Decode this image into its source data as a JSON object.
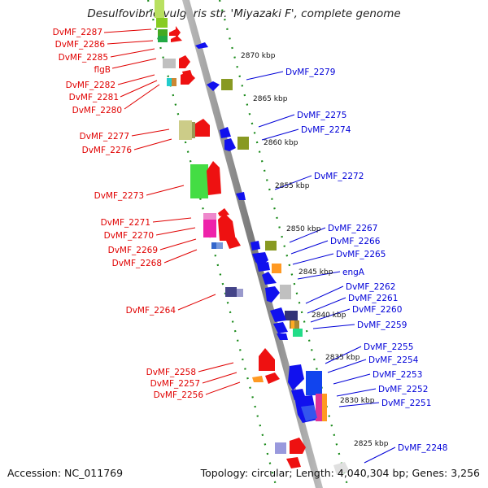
{
  "title": "Desulfovibrio vulgaris str. 'Miyazaki F', complete genome",
  "footer": {
    "accession": "Accession: NC_011769",
    "topology": "Topology: circular; Length: 4,040,304 bp; Genes: 3,256"
  },
  "scale_labels": [
    "2870 kbp",
    "2865 kbp",
    "2860 kbp",
    "2855 kbp",
    "2850 kbp",
    "2845 kbp",
    "2840 kbp",
    "2835 kbp",
    "2830 kbp",
    "2825 kbp"
  ],
  "left_labels": [
    "DvMF_2287",
    "DvMF_2286",
    "DvMF_2285",
    "flgB",
    "DvMF_2282",
    "DvMF_2281",
    "DvMF_2280",
    "DvMF_2277",
    "DvMF_2276",
    "DvMF_2273",
    "DvMF_2271",
    "DvMF_2270",
    "DvMF_2269",
    "DvMF_2268",
    "DvMF_2264",
    "DvMF_2258",
    "DvMF_2257",
    "DvMF_2256"
  ],
  "right_labels": [
    "DvMF_2279",
    "DvMF_2275",
    "DvMF_2274",
    "DvMF_2272",
    "DvMF_2267",
    "DvMF_2266",
    "DvMF_2265",
    "engA",
    "DvMF_2262",
    "DvMF_2261",
    "DvMF_2260",
    "DvMF_2259",
    "DvMF_2255",
    "DvMF_2254",
    "DvMF_2253",
    "DvMF_2252",
    "DvMF_2251",
    "DvMF_2248"
  ],
  "colors": {
    "left_label": "#e00000",
    "right_label": "#0000d8",
    "forward_arrow": "#ee1111",
    "reverse_arrow": "#1111ee",
    "backbone": "#888888",
    "scale_ticks": "#228822"
  }
}
